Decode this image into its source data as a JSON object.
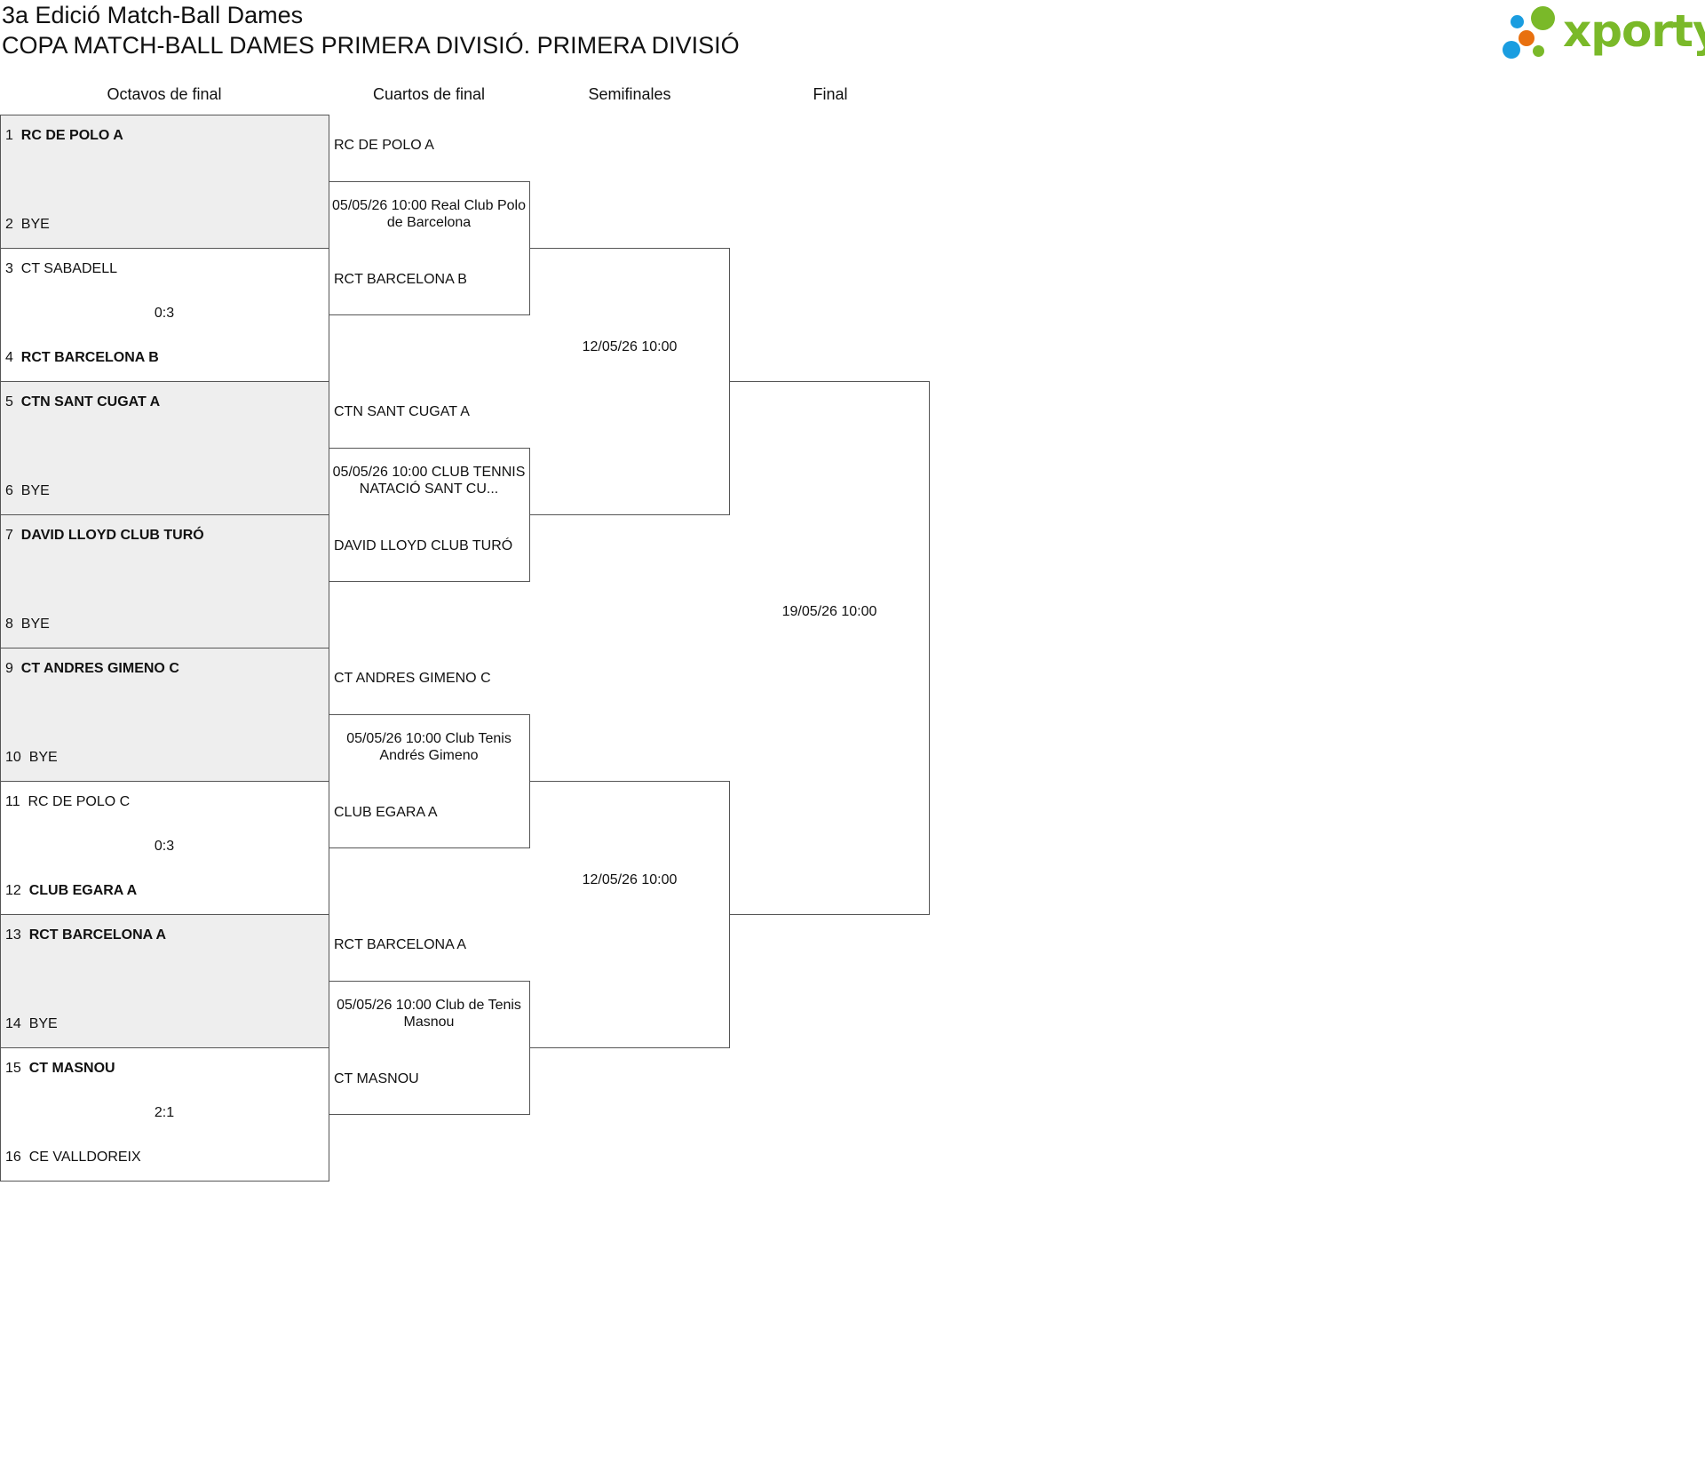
{
  "title": "3a Edició Match-Ball Dames",
  "subtitle": "COPA MATCH-BALL DAMES PRIMERA DIVISIÓ. PRIMERA DIVISIÓ",
  "logo": {
    "text": "xporty",
    "colors": {
      "green": "#7ab929",
      "blue": "#1a9de0",
      "orange": "#e8700f"
    }
  },
  "rounds": [
    "Octavos de final",
    "Cuartos de final",
    "Semifinales",
    "Final"
  ],
  "octavos": [
    {
      "top": {
        "seed": "1",
        "name": "RC DE POLO A",
        "winner": true
      },
      "bottom": {
        "seed": "2",
        "name": "BYE",
        "winner": false
      },
      "score": "",
      "bye": true
    },
    {
      "top": {
        "seed": "3",
        "name": "CT SABADELL",
        "winner": false
      },
      "bottom": {
        "seed": "4",
        "name": "RCT BARCELONA B",
        "winner": true
      },
      "score": "0:3",
      "bye": false
    },
    {
      "top": {
        "seed": "5",
        "name": "CTN SANT CUGAT A",
        "winner": true
      },
      "bottom": {
        "seed": "6",
        "name": "BYE",
        "winner": false
      },
      "score": "",
      "bye": true
    },
    {
      "top": {
        "seed": "7",
        "name": "DAVID LLOYD CLUB TURÓ",
        "winner": true
      },
      "bottom": {
        "seed": "8",
        "name": "BYE",
        "winner": false
      },
      "score": "",
      "bye": true
    },
    {
      "top": {
        "seed": "9",
        "name": "CT ANDRES GIMENO C",
        "winner": true
      },
      "bottom": {
        "seed": "10",
        "name": "BYE",
        "winner": false
      },
      "score": "",
      "bye": true
    },
    {
      "top": {
        "seed": "11",
        "name": "RC DE POLO C",
        "winner": false
      },
      "bottom": {
        "seed": "12",
        "name": "CLUB EGARA A",
        "winner": true
      },
      "score": "0:3",
      "bye": false
    },
    {
      "top": {
        "seed": "13",
        "name": "RCT BARCELONA A",
        "winner": true
      },
      "bottom": {
        "seed": "14",
        "name": "BYE",
        "winner": false
      },
      "score": "",
      "bye": true
    },
    {
      "top": {
        "seed": "15",
        "name": "CT MASNOU",
        "winner": true
      },
      "bottom": {
        "seed": "16",
        "name": "CE VALLDOREIX",
        "winner": false
      },
      "score": "2:1",
      "bye": false
    }
  ],
  "cuartos": [
    {
      "top": "RC DE POLO A",
      "bottom": "RCT BARCELONA B",
      "info": "05/05/26 10:00 Real Club Polo de Barcelona"
    },
    {
      "top": "CTN SANT CUGAT A",
      "bottom": "DAVID LLOYD CLUB TURÓ",
      "info": "05/05/26 10:00 CLUB TENNIS NATACIÓ SANT CU..."
    },
    {
      "top": "CT ANDRES GIMENO C",
      "bottom": "CLUB EGARA A",
      "info": "05/05/26 10:00 Club Tenis Andrés Gimeno"
    },
    {
      "top": "RCT BARCELONA A",
      "bottom": "CT MASNOU",
      "info": "05/05/26 10:00 Club de Tenis Masnou"
    }
  ],
  "semis": [
    {
      "info": "12/05/26 10:00"
    },
    {
      "info": "12/05/26 10:00"
    }
  ],
  "final": {
    "info": "19/05/26 10:00"
  }
}
